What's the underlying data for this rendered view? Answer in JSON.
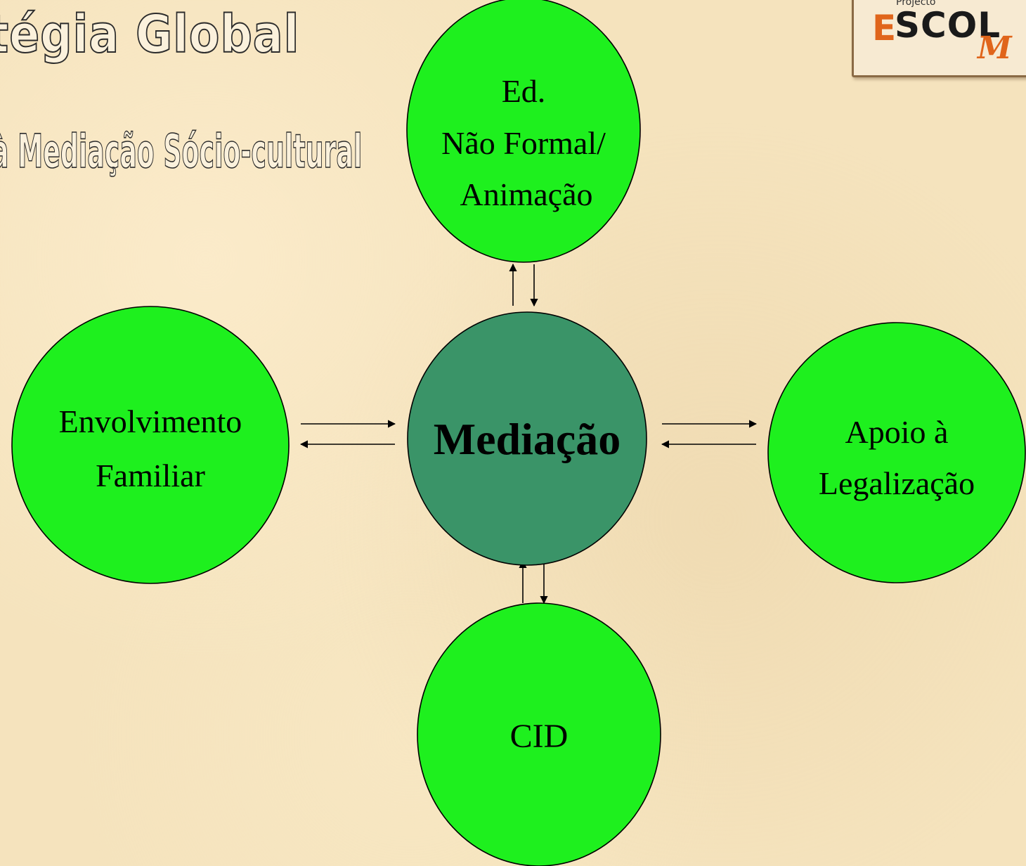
{
  "slide": {
    "title": "atégia Global",
    "subtitle": "à Mediação Sócio-cultural"
  },
  "logo": {
    "small": "Projecto",
    "mark": "E",
    "word": "SCOL",
    "word2": "M"
  },
  "diagram": {
    "center": {
      "label": "Mediação",
      "color": "#3a9468"
    },
    "nodes": {
      "top": {
        "lines": [
          "Ed.",
          "Não Formal/",
          "Animação"
        ],
        "color": "#1ef01e"
      },
      "left": {
        "lines": [
          "Envolvimento",
          "Familiar"
        ],
        "color": "#1ef01e"
      },
      "right": {
        "lines": [
          "Apoio à",
          "Legalização"
        ],
        "color": "#1ef01e"
      },
      "bottom": {
        "lines": [
          "CID"
        ],
        "color": "#1ef01e"
      }
    }
  }
}
